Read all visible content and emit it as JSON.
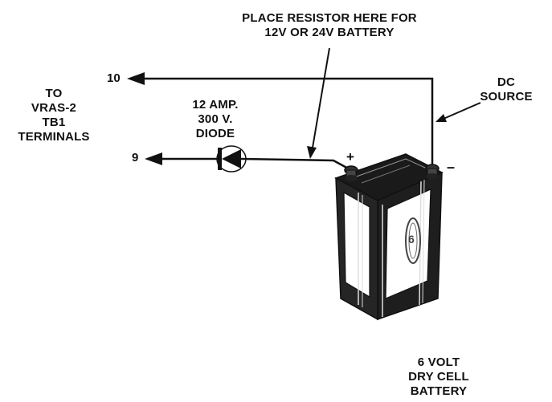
{
  "resistor_note": [
    "PLACE RESISTOR HERE FOR",
    "12V OR 24V BATTERY"
  ],
  "terminals_label": [
    "TO",
    "VRAS-2",
    "TB1",
    "TERMINALS"
  ],
  "terminal_10": "10",
  "terminal_9": "9",
  "diode_label": [
    "12 AMP.",
    "300 V.",
    "DIODE"
  ],
  "dc_source_label": [
    "DC",
    "SOURCE"
  ],
  "battery_label": [
    "6 VOLT",
    "DRY CELL",
    "BATTERY"
  ],
  "positive_sign": "+",
  "negative_sign": "–",
  "battery_face_mark": "6"
}
